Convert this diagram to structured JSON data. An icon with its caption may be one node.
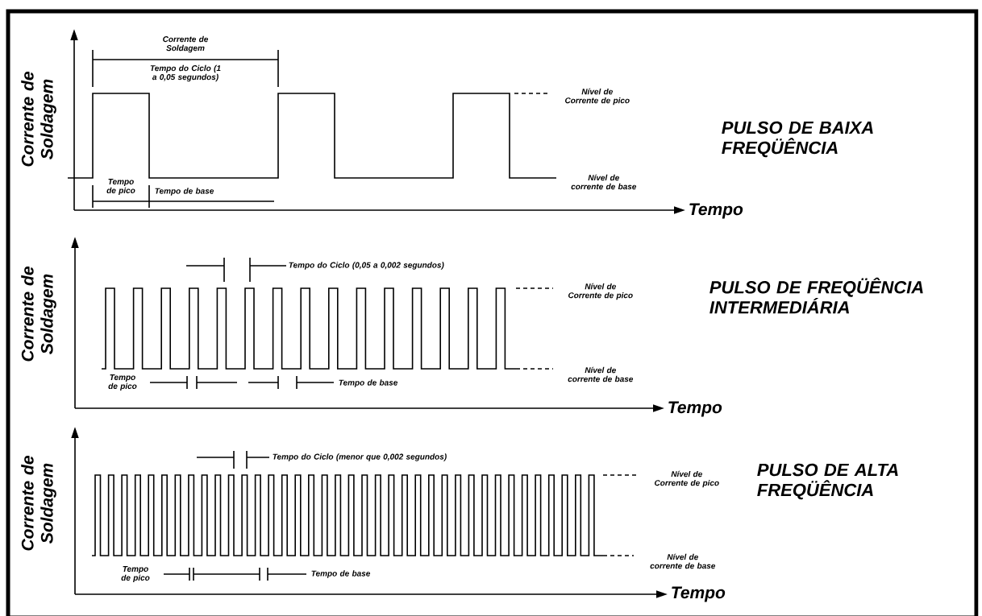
{
  "diagram": {
    "labels": [
      "Corrente de Soldagem",
      "Corrente de Soldagem",
      "Tempo do Ciclo (1 a 0,05 segundos)",
      "Nível de Corrente de pico",
      "PULSO DE BAIXA FREQÜÊNCIA",
      "Tempo de pico",
      "Tempo de base",
      "Nível de corrente de base",
      "Tempo",
      "Corrente de Soldagem",
      "Tempo do Ciclo (0,05 a 0,002 segundos)",
      "Nível de Corrente de pico",
      "PULSO DE FREQÜÊNCIA INTERMEDIÁRIA",
      "Tempo de pico",
      "Tempo de base",
      "Nível de corrente de base",
      "Tempo",
      "Corrente de Soldagem",
      "Tempo do Ciclo (menor que 0,002 segundos)",
      "Nível de Corrente de pico",
      "PULSO DE ALTA FREQÜÊNCIA",
      "Tempo de pico",
      "Tempo de base",
      "Nível de corrente de base",
      "Tempo"
    ]
  }
}
